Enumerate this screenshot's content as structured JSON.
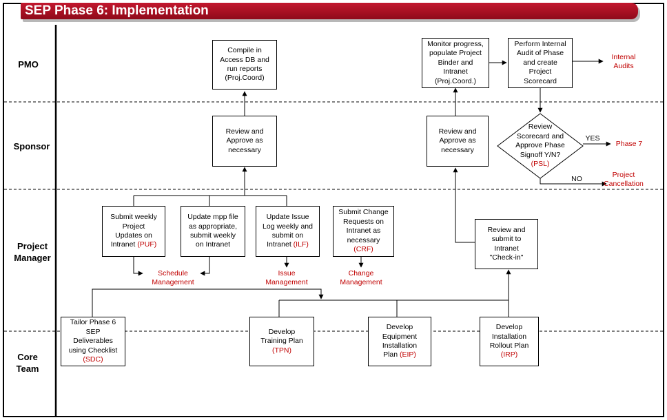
{
  "title": "SEP Phase 6: Implementation",
  "lanes": {
    "pmo": "PMO",
    "sponsor": "Sponsor",
    "project_manager": "Project\nManager",
    "core_team": "Core\nTeam"
  },
  "boxes": {
    "compile": {
      "text": "Compile in\nAccess DB and\nrun reports\n(Proj.Coord)"
    },
    "review_approve_left": {
      "text": "Review and\nApprove as\nnecessary"
    },
    "submit_weekly": {
      "text": "Submit weekly\nProject\nUpdates on\nIntranet",
      "code": "(PUF)"
    },
    "update_mpp": {
      "text": "Update mpp file\nas appropriate,\nsubmit weekly\non Intranet"
    },
    "update_issue": {
      "text": "Update Issue\nLog weekly and\nsubmit on\nIntranet",
      "code": "(ILF)"
    },
    "submit_change": {
      "text": "Submit Change\nRequests on\nIntranet as\nnecessary",
      "code": "(CRF)"
    },
    "tailor": {
      "text": "Tailor Phase 6\nSEP\nDeliverables\nusing Checklist",
      "code": "(SDC)"
    },
    "training": {
      "text": "Develop\nTraining Plan",
      "code": "(TPN)"
    },
    "equipment": {
      "text": "Develop\nEquipment\nInstallation\nPlan",
      "code": "(EIP)"
    },
    "installation": {
      "text": "Develop\nInstallation\nRollout Plan",
      "code": "(IRP)"
    },
    "review_submit": {
      "text": "Review and\nsubmit to\nIntranet\n\"Check-in\""
    },
    "review_approve_right": {
      "text": "Review and\nApprove as\nnecessary"
    },
    "monitor": {
      "text": "Monitor progress,\npopulate Project\nBinder and\nIntranet\n(Proj.Coord.)"
    },
    "audit": {
      "text": "Perform Internal\nAudit of Phase\nand create\nProject\nScorecard"
    }
  },
  "decision": {
    "text": "Review\nScorecard and\nApprove Phase\nSignoff Y/N?",
    "code": "(PSL)"
  },
  "labels": {
    "internal_audits": "Internal\nAudits",
    "yes": "YES",
    "phase7": "Phase 7",
    "no": "NO",
    "project_cancellation": "Project\nCancellation",
    "schedule_management": "Schedule\nManagement",
    "issue_management": "Issue\nManagement",
    "change_management": "Change\nManagement"
  },
  "colors": {
    "title_bar": "#a40f21",
    "highlight_text": "#c00000",
    "lines": "#000000"
  }
}
